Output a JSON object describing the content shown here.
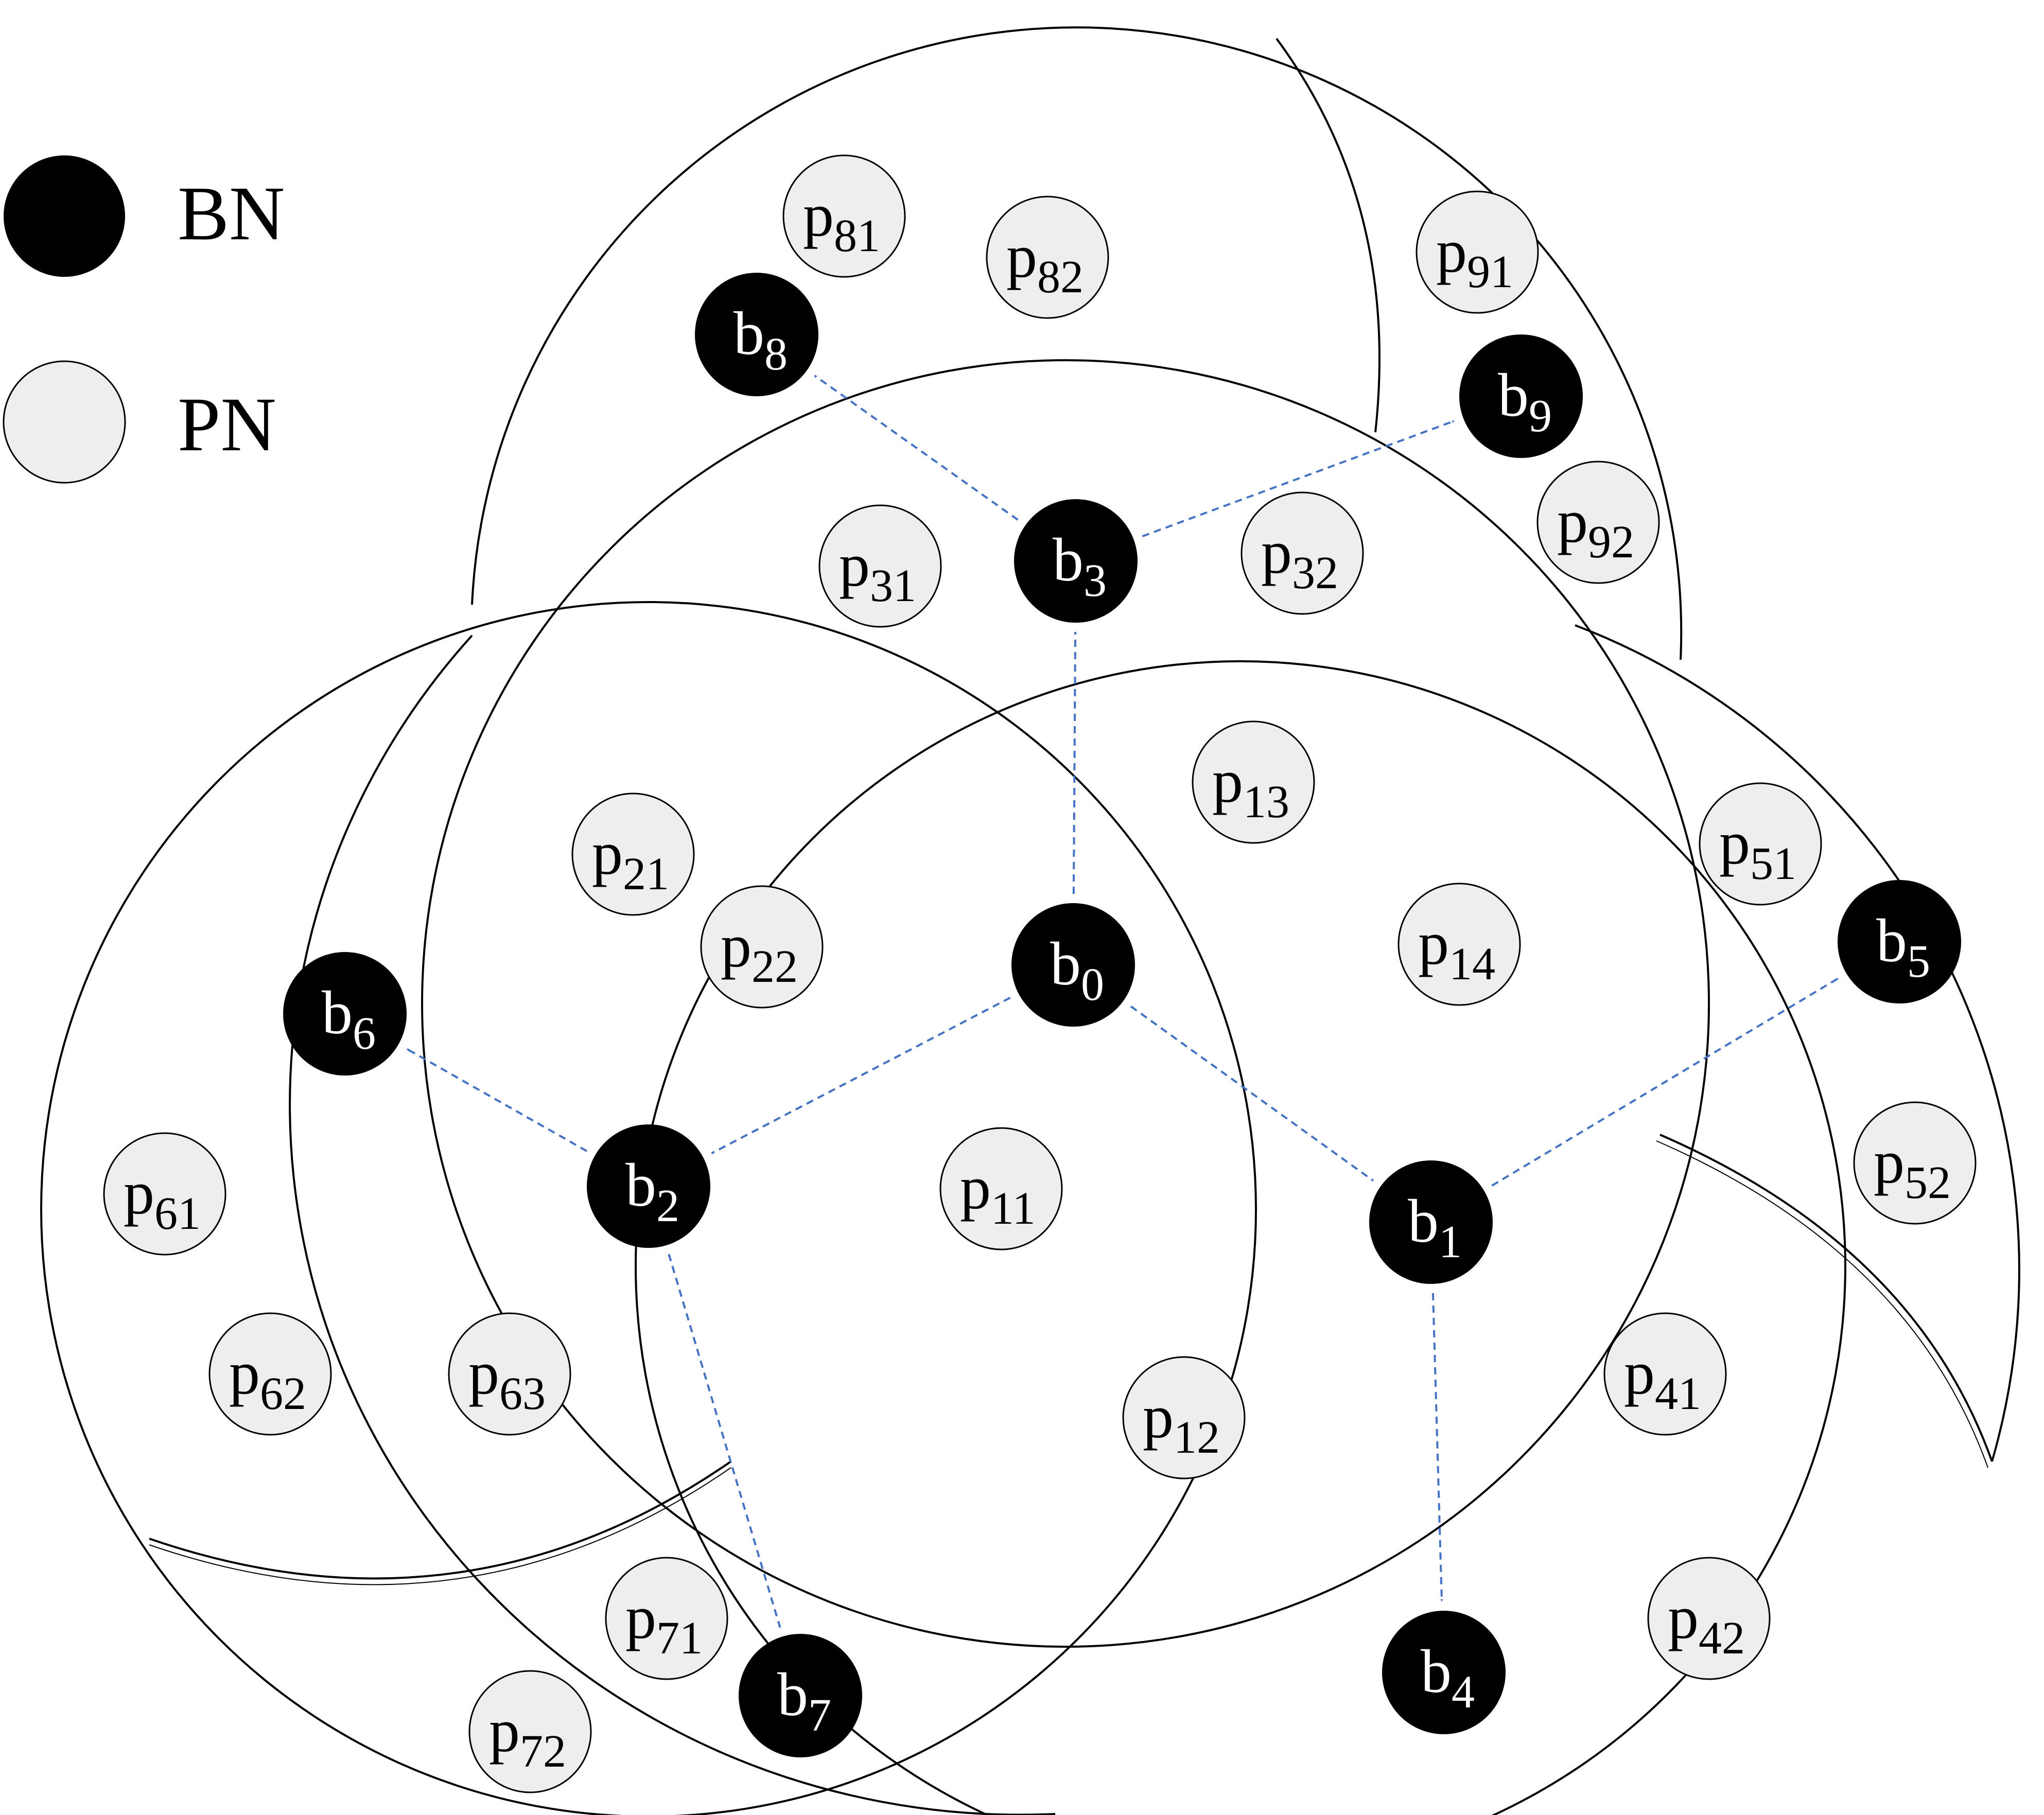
{
  "legend": {
    "bn_label": "BN",
    "pn_label": "PN"
  },
  "colors": {
    "bn_fill": "#000000",
    "pn_fill": "#eeeeee",
    "arrow": "#4472c4",
    "stroke": "#000000"
  },
  "nodes": [
    {
      "id": "b0",
      "kind": "BN",
      "letter": "b",
      "sub": "0"
    },
    {
      "id": "b1",
      "kind": "BN",
      "letter": "b",
      "sub": "1"
    },
    {
      "id": "b2",
      "kind": "BN",
      "letter": "b",
      "sub": "2"
    },
    {
      "id": "b3",
      "kind": "BN",
      "letter": "b",
      "sub": "3"
    },
    {
      "id": "b4",
      "kind": "BN",
      "letter": "b",
      "sub": "4"
    },
    {
      "id": "b5",
      "kind": "BN",
      "letter": "b",
      "sub": "5"
    },
    {
      "id": "b6",
      "kind": "BN",
      "letter": "b",
      "sub": "6"
    },
    {
      "id": "b7",
      "kind": "BN",
      "letter": "b",
      "sub": "7"
    },
    {
      "id": "b8",
      "kind": "BN",
      "letter": "b",
      "sub": "8"
    },
    {
      "id": "b9",
      "kind": "BN",
      "letter": "b",
      "sub": "9"
    },
    {
      "id": "p11",
      "kind": "PN",
      "letter": "p",
      "sub": "11"
    },
    {
      "id": "p12",
      "kind": "PN",
      "letter": "p",
      "sub": "12"
    },
    {
      "id": "p13",
      "kind": "PN",
      "letter": "p",
      "sub": "13"
    },
    {
      "id": "p14",
      "kind": "PN",
      "letter": "p",
      "sub": "14"
    },
    {
      "id": "p21",
      "kind": "PN",
      "letter": "p",
      "sub": "21"
    },
    {
      "id": "p22",
      "kind": "PN",
      "letter": "p",
      "sub": "22"
    },
    {
      "id": "p31",
      "kind": "PN",
      "letter": "p",
      "sub": "31"
    },
    {
      "id": "p32",
      "kind": "PN",
      "letter": "p",
      "sub": "32"
    },
    {
      "id": "p41",
      "kind": "PN",
      "letter": "p",
      "sub": "41"
    },
    {
      "id": "p42",
      "kind": "PN",
      "letter": "p",
      "sub": "42"
    },
    {
      "id": "p51",
      "kind": "PN",
      "letter": "p",
      "sub": "51"
    },
    {
      "id": "p52",
      "kind": "PN",
      "letter": "p",
      "sub": "52"
    },
    {
      "id": "p61",
      "kind": "PN",
      "letter": "p",
      "sub": "61"
    },
    {
      "id": "p62",
      "kind": "PN",
      "letter": "p",
      "sub": "62"
    },
    {
      "id": "p63",
      "kind": "PN",
      "letter": "p",
      "sub": "63"
    },
    {
      "id": "p71",
      "kind": "PN",
      "letter": "p",
      "sub": "71"
    },
    {
      "id": "p72",
      "kind": "PN",
      "letter": "p",
      "sub": "72"
    },
    {
      "id": "p81",
      "kind": "PN",
      "letter": "p",
      "sub": "81"
    },
    {
      "id": "p82",
      "kind": "PN",
      "letter": "p",
      "sub": "82"
    },
    {
      "id": "p91",
      "kind": "PN",
      "letter": "p",
      "sub": "91"
    },
    {
      "id": "p92",
      "kind": "PN",
      "letter": "p",
      "sub": "92"
    }
  ],
  "links": [
    {
      "from": "b0",
      "to": "b3"
    },
    {
      "from": "b0",
      "to": "b2"
    },
    {
      "from": "b0",
      "to": "b1"
    },
    {
      "from": "b3",
      "to": "b8"
    },
    {
      "from": "b3",
      "to": "b9"
    },
    {
      "from": "b2",
      "to": "b6"
    },
    {
      "from": "b2",
      "to": "b7"
    },
    {
      "from": "b1",
      "to": "b5"
    },
    {
      "from": "b1",
      "to": "b4"
    }
  ]
}
